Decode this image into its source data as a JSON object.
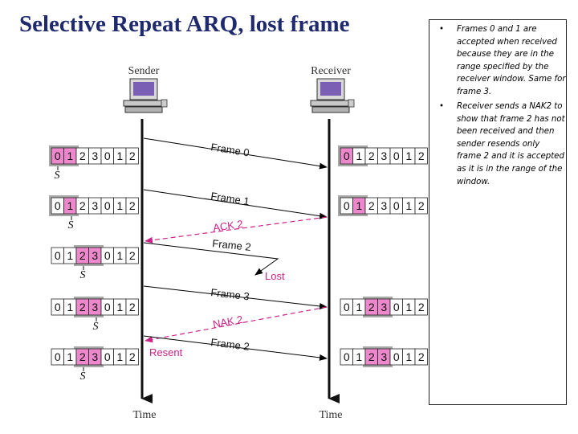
{
  "title": "Selective Repeat ARQ, lost frame",
  "bullets": [
    "Frames 0 and 1 are accepted when received because they are in the range specified by the receiver window. Same for frame 3.",
    "Receiver sends a NAK2 to show that frame 2 has not been received and then sender resends only frame 2 and it is accepted as it is in the range of the window."
  ],
  "labels": {
    "sender": "Sender",
    "receiver": "Receiver",
    "time": "Time",
    "sender_pointer": "S",
    "lost": "Lost",
    "resent": "Resent"
  },
  "messages": [
    "Frame 0",
    "Frame 1",
    "ACK 2",
    "Frame 2",
    "Frame 3",
    "NAK 2",
    "Frame 2"
  ],
  "window_cells": [
    "0",
    "1",
    "2",
    "3",
    "0",
    "1",
    "2"
  ],
  "sender_windows": [
    {
      "highlight": [
        0,
        1
      ],
      "outlined": [
        0,
        1
      ]
    },
    {
      "highlight": [
        1
      ],
      "outlined": [
        0,
        1
      ]
    },
    {
      "highlight": [
        2,
        3
      ],
      "outlined": [
        2,
        3
      ]
    },
    {
      "highlight": [
        2,
        3
      ],
      "outlined": [
        2,
        3
      ]
    },
    {
      "highlight": [
        2,
        3
      ],
      "outlined": [
        2,
        3
      ]
    }
  ],
  "receiver_windows": [
    {
      "highlight": [
        0
      ],
      "outlined": [
        0,
        1
      ]
    },
    {
      "highlight": [
        1
      ],
      "outlined": [
        0,
        1
      ]
    },
    {
      "highlight": [
        2,
        3
      ],
      "outlined": [
        2,
        3
      ]
    },
    {
      "highlight": [
        2,
        3
      ],
      "outlined": [
        2,
        3
      ]
    }
  ],
  "colors": {
    "title": "#1f2a6e",
    "highlight": "#ee88cc",
    "outlined": "#a8a8a8",
    "control": "#cc2288",
    "frame_line": "#000000",
    "lifeline": "#111111"
  }
}
